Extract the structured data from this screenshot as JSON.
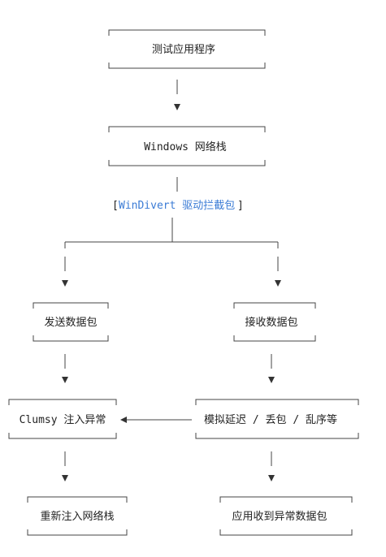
{
  "nodes": {
    "test_app": "测试应用程序",
    "windows_stack": "Windows 网络栈",
    "windivert_name": "WinDivert 驱动拦截包",
    "send_packets": "发送数据包",
    "recv_packets": "接收数据包",
    "clumsy": "Clumsy 注入异常",
    "simulate": "模拟延迟 / 丢包 / 乱序等",
    "reinject": "重新注入网络栈",
    "app_receives": "应用收到异常数据包"
  },
  "colors": {
    "link": "#3a7bd5",
    "line": "#444444",
    "text": "#222222"
  }
}
